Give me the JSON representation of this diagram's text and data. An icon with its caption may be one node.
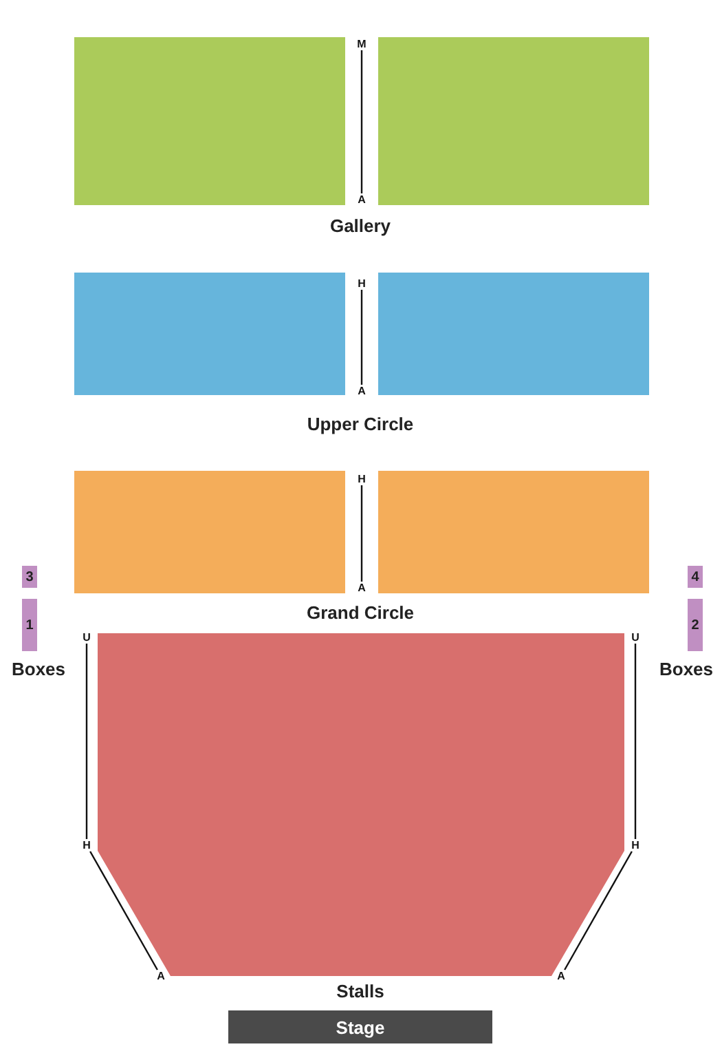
{
  "diagram": {
    "nodes": [
      {
        "text": [],
        "shape": "box"
      },
      {
        "text": [],
        "shape": "box"
      },
      {
        "text": [
          "M"
        ]
      },
      {
        "text": [
          "A"
        ]
      },
      {
        "text": [],
        "shape": "box"
      },
      {
        "text": [],
        "shape": "box"
      },
      {
        "text": [
          "H"
        ]
      },
      {
        "text": [
          "A"
        ]
      },
      {
        "text": [],
        "shape": "box"
      },
      {
        "text": [],
        "shape": "box"
      },
      {
        "text": [
          "H"
        ]
      },
      {
        "text": [
          "A"
        ]
      },
      {
        "text": [
          "3"
        ]
      },
      {
        "text": [
          "1"
        ]
      },
      {
        "text": [
          "4"
        ]
      },
      {
        "text": [
          "2"
        ]
      },
      {
        "text": [],
        "shape": "polygon"
      },
      {
        "text": [
          "U"
        ]
      },
      {
        "text": [
          "H"
        ]
      },
      {
        "text": [
          "A"
        ]
      },
      {
        "text": [
          "U"
        ]
      },
      {
        "text": [
          "H"
        ]
      },
      {
        "text": [
          "A"
        ]
      },
      {
        "text": [
          "Stage"
        ]
      }
    ],
    "edges": [
      {
        "from": 2,
        "to": 3,
        "arrow": "none"
      },
      {
        "from": 6,
        "to": 7,
        "arrow": "none"
      },
      {
        "from": 10,
        "to": 11,
        "arrow": "none"
      },
      {
        "from": 17,
        "to": 18,
        "arrow": "none"
      },
      {
        "from": 18,
        "to": 19,
        "arrow": "none"
      },
      {
        "from": 20,
        "to": 21,
        "arrow": "none"
      },
      {
        "from": 21,
        "to": 22,
        "arrow": "none"
      }
    ],
    "labels": [
      "Gallery",
      "Upper Circle",
      "Grand Circle",
      "Boxes",
      "Boxes",
      "Stalls"
    ]
  }
}
